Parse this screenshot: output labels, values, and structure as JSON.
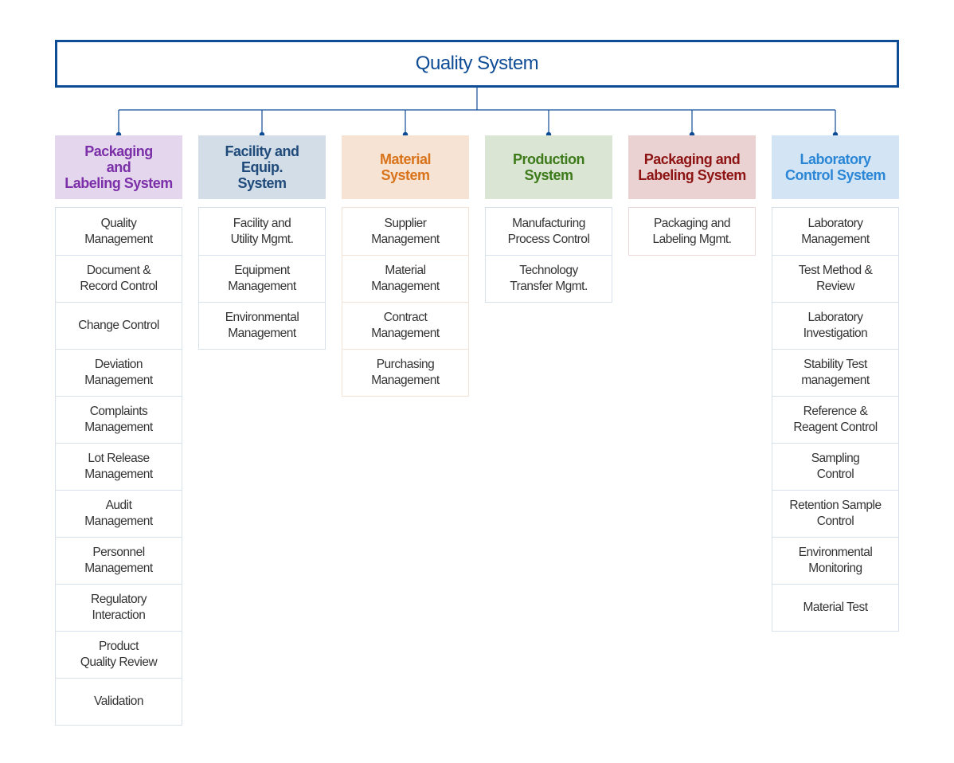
{
  "root": {
    "title": "Quality System"
  },
  "columns": [
    {
      "title": "Packaging\nand\nLabeling System",
      "color": "#7b2fa8",
      "bg": "#e4d6ec",
      "items": [
        "Quality\nManagement",
        "Document &\nRecord Control",
        "Change Control",
        "Deviation\nManagement",
        "Complaints\nManagement",
        "Lot Release\nManagement",
        "Audit\nManagement",
        "Personnel\nManagement",
        "Regulatory\nInteraction",
        "Product\nQuality Review",
        "Validation"
      ]
    },
    {
      "title": "Facility and Equip.\nSystem",
      "color": "#1f4a7a",
      "bg": "#d3dde7",
      "items": [
        "Facility and\nUtility Mgmt.",
        "Equipment\nManagement",
        "Environmental\nManagement"
      ]
    },
    {
      "title": "Material\nSystem",
      "color": "#d9731a",
      "bg": "#f6e3d3",
      "items": [
        "Supplier\nManagement",
        "Material\nManagement",
        "Contract\nManagement",
        "Purchasing\nManagement"
      ]
    },
    {
      "title": "Production\nSystem",
      "color": "#3c7a1a",
      "bg": "#dae5d3",
      "items": [
        "Manufacturing\nProcess Control",
        "Technology\nTransfer Mgmt."
      ]
    },
    {
      "title": "Packaging and\nLabeling System",
      "color": "#8e1414",
      "bg": "#ead2d2",
      "items": [
        "Packaging and\nLabeling Mgmt."
      ]
    },
    {
      "title": "Laboratory\nControl System",
      "color": "#2b86d6",
      "bg": "#d3e5f4",
      "items": [
        "Laboratory\nManagement",
        "Test Method &\nReview",
        "Laboratory\nInvestigation",
        "Stability Test\nmanagement",
        "Reference &\nReagent Control",
        "Sampling\nControl",
        "Retention Sample\nControl",
        "Environmental\nMonitoring",
        "Material Test"
      ]
    }
  ],
  "connector_color": "#0f4c96"
}
